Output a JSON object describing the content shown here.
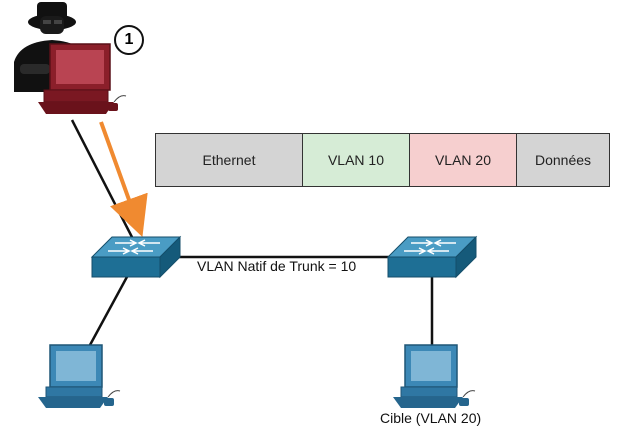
{
  "frame": {
    "cells": [
      {
        "label": "Ethernet",
        "color": "#d4d4d4"
      },
      {
        "label": "VLAN 10",
        "color": "#d6ecd6"
      },
      {
        "label": "VLAN 20",
        "color": "#f6cfcf"
      },
      {
        "label": "Données",
        "color": "#d4d4d4"
      }
    ]
  },
  "trunk_label": "VLAN Natif de Trunk = 10",
  "target_label": "Cible (VLAN 20)",
  "step_badge": "1",
  "colors": {
    "attack_arrow": "#f08a30",
    "switch": "#1e6f95",
    "attacker_pc": "#8b1f2a",
    "host_pc": "#3c88b6"
  },
  "icons": [
    "hacker-icon",
    "attacker-pc-icon",
    "switch-icon",
    "pc-icon"
  ]
}
